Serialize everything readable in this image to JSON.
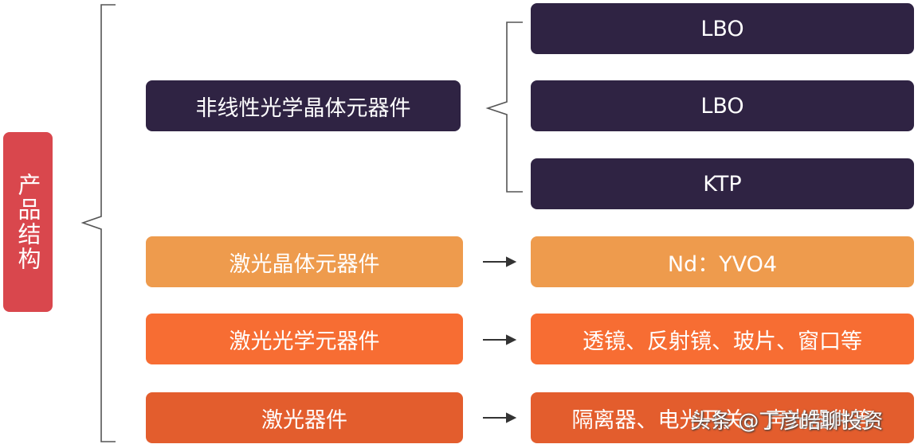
{
  "root": {
    "label": "产品结构"
  },
  "categories": [
    {
      "label": "非线性光学晶体元器件"
    },
    {
      "label": "激光晶体元器件"
    },
    {
      "label": "激光光学元器件"
    },
    {
      "label": "激光器件"
    }
  ],
  "products": [
    {
      "label": "LBO"
    },
    {
      "label": "LBO"
    },
    {
      "label": "KTP"
    },
    {
      "label": "Nd：YVO4"
    },
    {
      "label": "透镜、反射镜、玻片、窗口等"
    },
    {
      "label": "隔离器、电光开关、声光器件等"
    }
  ],
  "watermark": {
    "text": "头条 @丁彦皓聊投资"
  },
  "colors": {
    "dark": "#2f2343",
    "root_red": "#d9474d",
    "orange_light": "#ee9b4d",
    "orange": "#f76d33",
    "orange_dark": "#e35d2d"
  }
}
